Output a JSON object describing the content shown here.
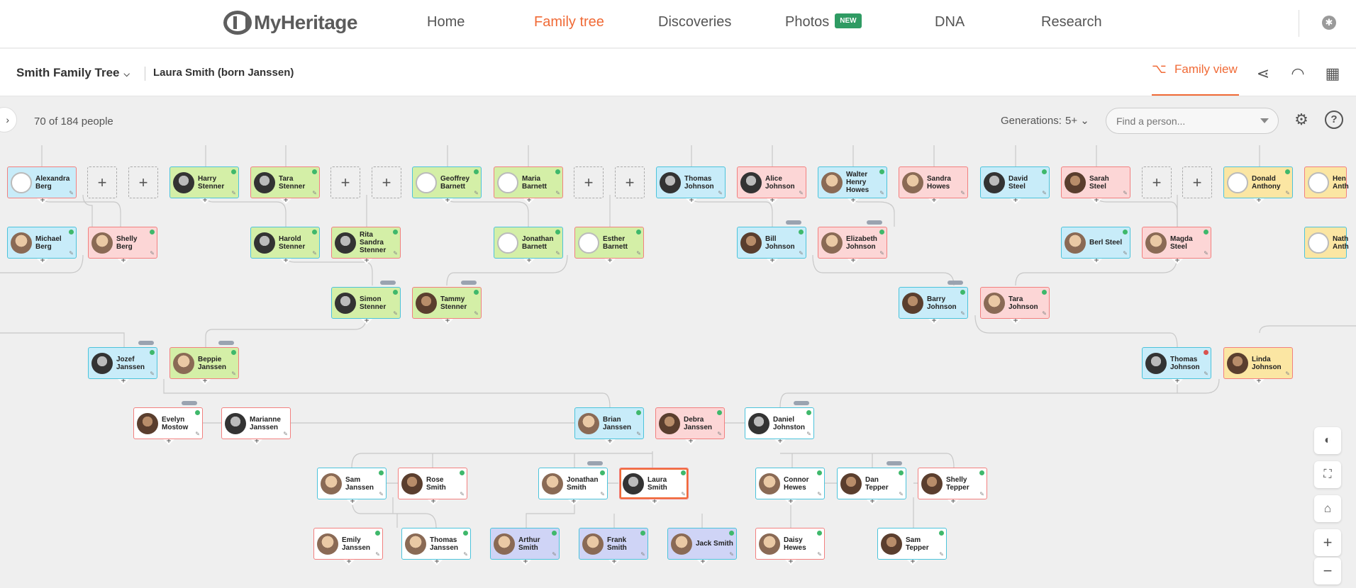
{
  "nav": {
    "brand": "MyHeritage",
    "items": [
      "Home",
      "Family tree",
      "Discoveries",
      "Photos",
      "DNA",
      "Research"
    ],
    "photos_badge": "NEW",
    "accessibility_icon": "accessibility-icon"
  },
  "subbar": {
    "tree_name": "Smith Family Tree",
    "person": "Laura Smith (born Janssen)",
    "family_view": "Family view"
  },
  "toolbar": {
    "count": "70 of 184 people",
    "generations_label": "Generations:",
    "generations_value": "5+",
    "find_placeholder": "Find a person..."
  },
  "colors": {
    "accent": "#f06a36",
    "green_card": "#d4efa7",
    "blue_card": "#c8ecf9",
    "pink_card": "#fcd6d6",
    "yellow_card": "#fbe6a3",
    "violet_card": "#cfd4f6"
  },
  "tree": {
    "cards": [
      {
        "name": "Alexandra Berg"
      },
      {
        "name": "Harry Stenner"
      },
      {
        "name": "Tara Stenner"
      },
      {
        "name": "Geoffrey Barnett"
      },
      {
        "name": "Maria Barnett"
      },
      {
        "name": "Thomas Johnson"
      },
      {
        "name": "Alice Johnson"
      },
      {
        "name": "Walter Henry Howes"
      },
      {
        "name": "Sandra Howes"
      },
      {
        "name": "David Steel"
      },
      {
        "name": "Sarah Steel"
      },
      {
        "name": "Donald Anthony"
      },
      {
        "name": "Hen Anth"
      },
      {
        "name": "Michael Berg"
      },
      {
        "name": "Shelly Berg"
      },
      {
        "name": "Harold Stenner"
      },
      {
        "name": "Rita Sandra Stenner"
      },
      {
        "name": "Jonathan Barnett"
      },
      {
        "name": "Esther Barnett"
      },
      {
        "name": "Bill Johnson"
      },
      {
        "name": "Elizabeth Johnson"
      },
      {
        "name": "Berl Steel"
      },
      {
        "name": "Magda Steel"
      },
      {
        "name": "Nath Anth"
      },
      {
        "name": "Simon Stenner"
      },
      {
        "name": "Tammy Stenner"
      },
      {
        "name": "Barry Johnson"
      },
      {
        "name": "Tara Johnson"
      },
      {
        "name": "Jozef Janssen"
      },
      {
        "name": "Beppie Janssen"
      },
      {
        "name": "Thomas Johnson"
      },
      {
        "name": "Linda Johnson"
      },
      {
        "name": "Evelyn Mostow"
      },
      {
        "name": "Marianne Janssen"
      },
      {
        "name": "Brian Janssen"
      },
      {
        "name": "Debra Janssen"
      },
      {
        "name": "Daniel Johnston"
      },
      {
        "name": "Sam Janssen"
      },
      {
        "name": "Rose Smith"
      },
      {
        "name": "Jonathan Smith"
      },
      {
        "name": "Laura Smith"
      },
      {
        "name": "Connor Hewes"
      },
      {
        "name": "Dan Tepper"
      },
      {
        "name": "Shelly Tepper"
      },
      {
        "name": "Emily Janssen"
      },
      {
        "name": "Thomas Janssen"
      },
      {
        "name": "Arthur Smith"
      },
      {
        "name": "Frank Smith"
      },
      {
        "name": "Jack Smith"
      },
      {
        "name": "Daisy Hewes"
      },
      {
        "name": "Sam Tepper"
      }
    ]
  },
  "side_controls": [
    "palette-icon",
    "fullscreen-icon",
    "home-icon",
    "zoom-in-icon",
    "zoom-out-icon"
  ]
}
